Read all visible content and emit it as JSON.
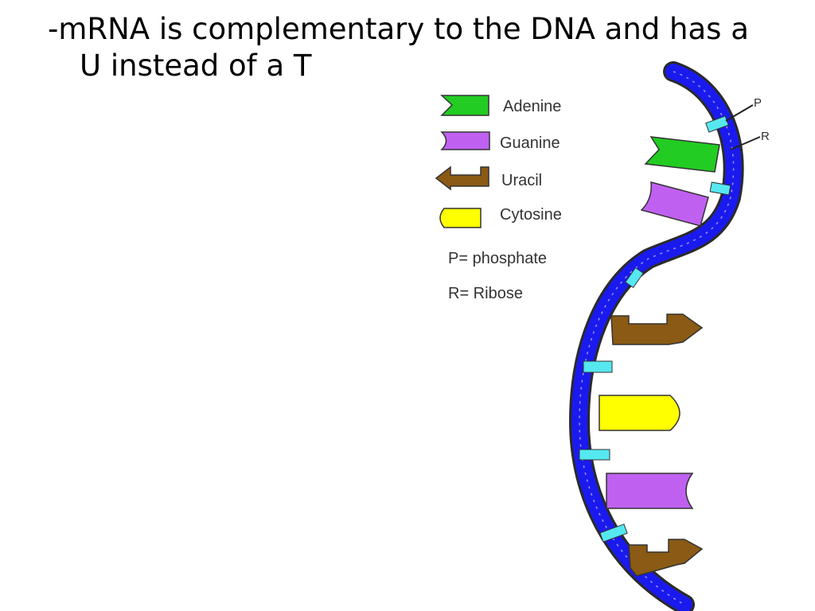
{
  "slide": {
    "line1": "-mRNA is complementary to the DNA and has a",
    "line2": "U instead of a T"
  },
  "legend": {
    "adenine": "Adenine",
    "guanine": "Guanine",
    "uracil": "Uracil",
    "cytosine": "Cytosine",
    "phosphate": "P= phosphate",
    "ribose": "R= Ribose"
  },
  "strand_labels": {
    "p": "P",
    "r": "R"
  },
  "colors": {
    "adenine": "#22cc22",
    "guanine": "#c060f0",
    "uracil": "#8b5a14",
    "cytosine": "#ffff00",
    "backbone": "#1a1aee",
    "sugar_link": "#55e8f0",
    "outline": "#333333"
  },
  "strand_sequence": [
    "adenine",
    "guanine",
    "uracil",
    "cytosine",
    "guanine",
    "uracil"
  ]
}
